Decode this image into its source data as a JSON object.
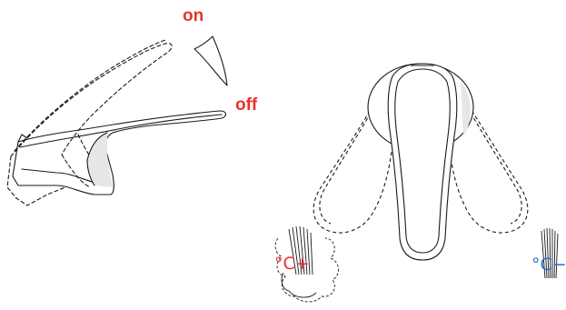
{
  "labels": {
    "on": "on",
    "off": "off",
    "hot": "°C+",
    "cold": "°C−"
  },
  "colors": {
    "label_red": "#e8322f",
    "hot_red": "#e8322f",
    "cold_blue": "#2f6fd1",
    "line": "#1a1a1a",
    "shade": "#e6e6e6"
  },
  "icons": {
    "hot": "hot-water-steam-icon",
    "cold": "cold-water-stream-icon"
  }
}
